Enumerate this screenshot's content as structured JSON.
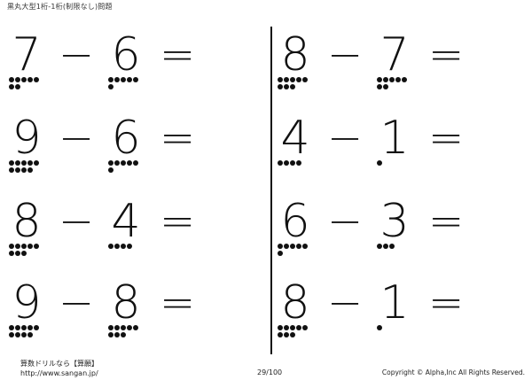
{
  "header": {
    "title": "黒丸大型1桁-1桁(制限なし)問題"
  },
  "operator": "−",
  "equals": "=",
  "problems": [
    {
      "a": 7,
      "b": 6
    },
    {
      "a": 8,
      "b": 7
    },
    {
      "a": 9,
      "b": 6
    },
    {
      "a": 4,
      "b": 1
    },
    {
      "a": 8,
      "b": 4
    },
    {
      "a": 6,
      "b": 3
    },
    {
      "a": 9,
      "b": 8
    },
    {
      "a": 8,
      "b": 1
    }
  ],
  "footer": {
    "brand": "算数ドリルなら【算願】",
    "url": "http://www.sangan.jp/",
    "page": "29/100",
    "copyright": "Copyright © Alpha,Inc All Rights Reserved."
  }
}
